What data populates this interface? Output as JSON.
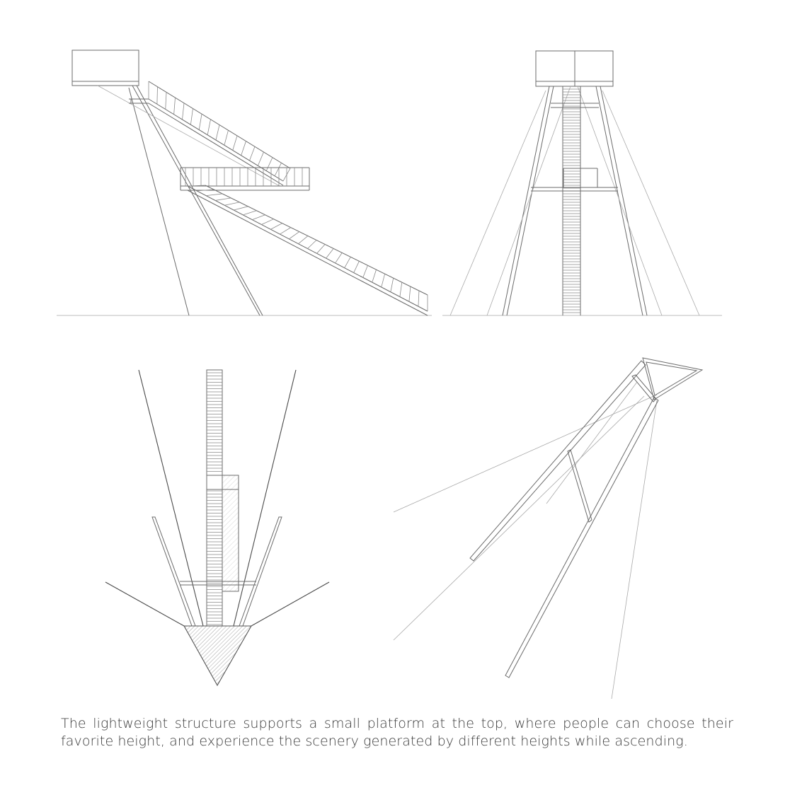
{
  "caption": {
    "text": "The lightweight structure supports a small platform at the top, where people can choose their favorite height, and experience the scenery generated by different heights while ascending."
  },
  "views": [
    {
      "id": "side-elevation"
    },
    {
      "id": "front-elevation"
    },
    {
      "id": "plan-view"
    },
    {
      "id": "axonometric-view"
    }
  ]
}
